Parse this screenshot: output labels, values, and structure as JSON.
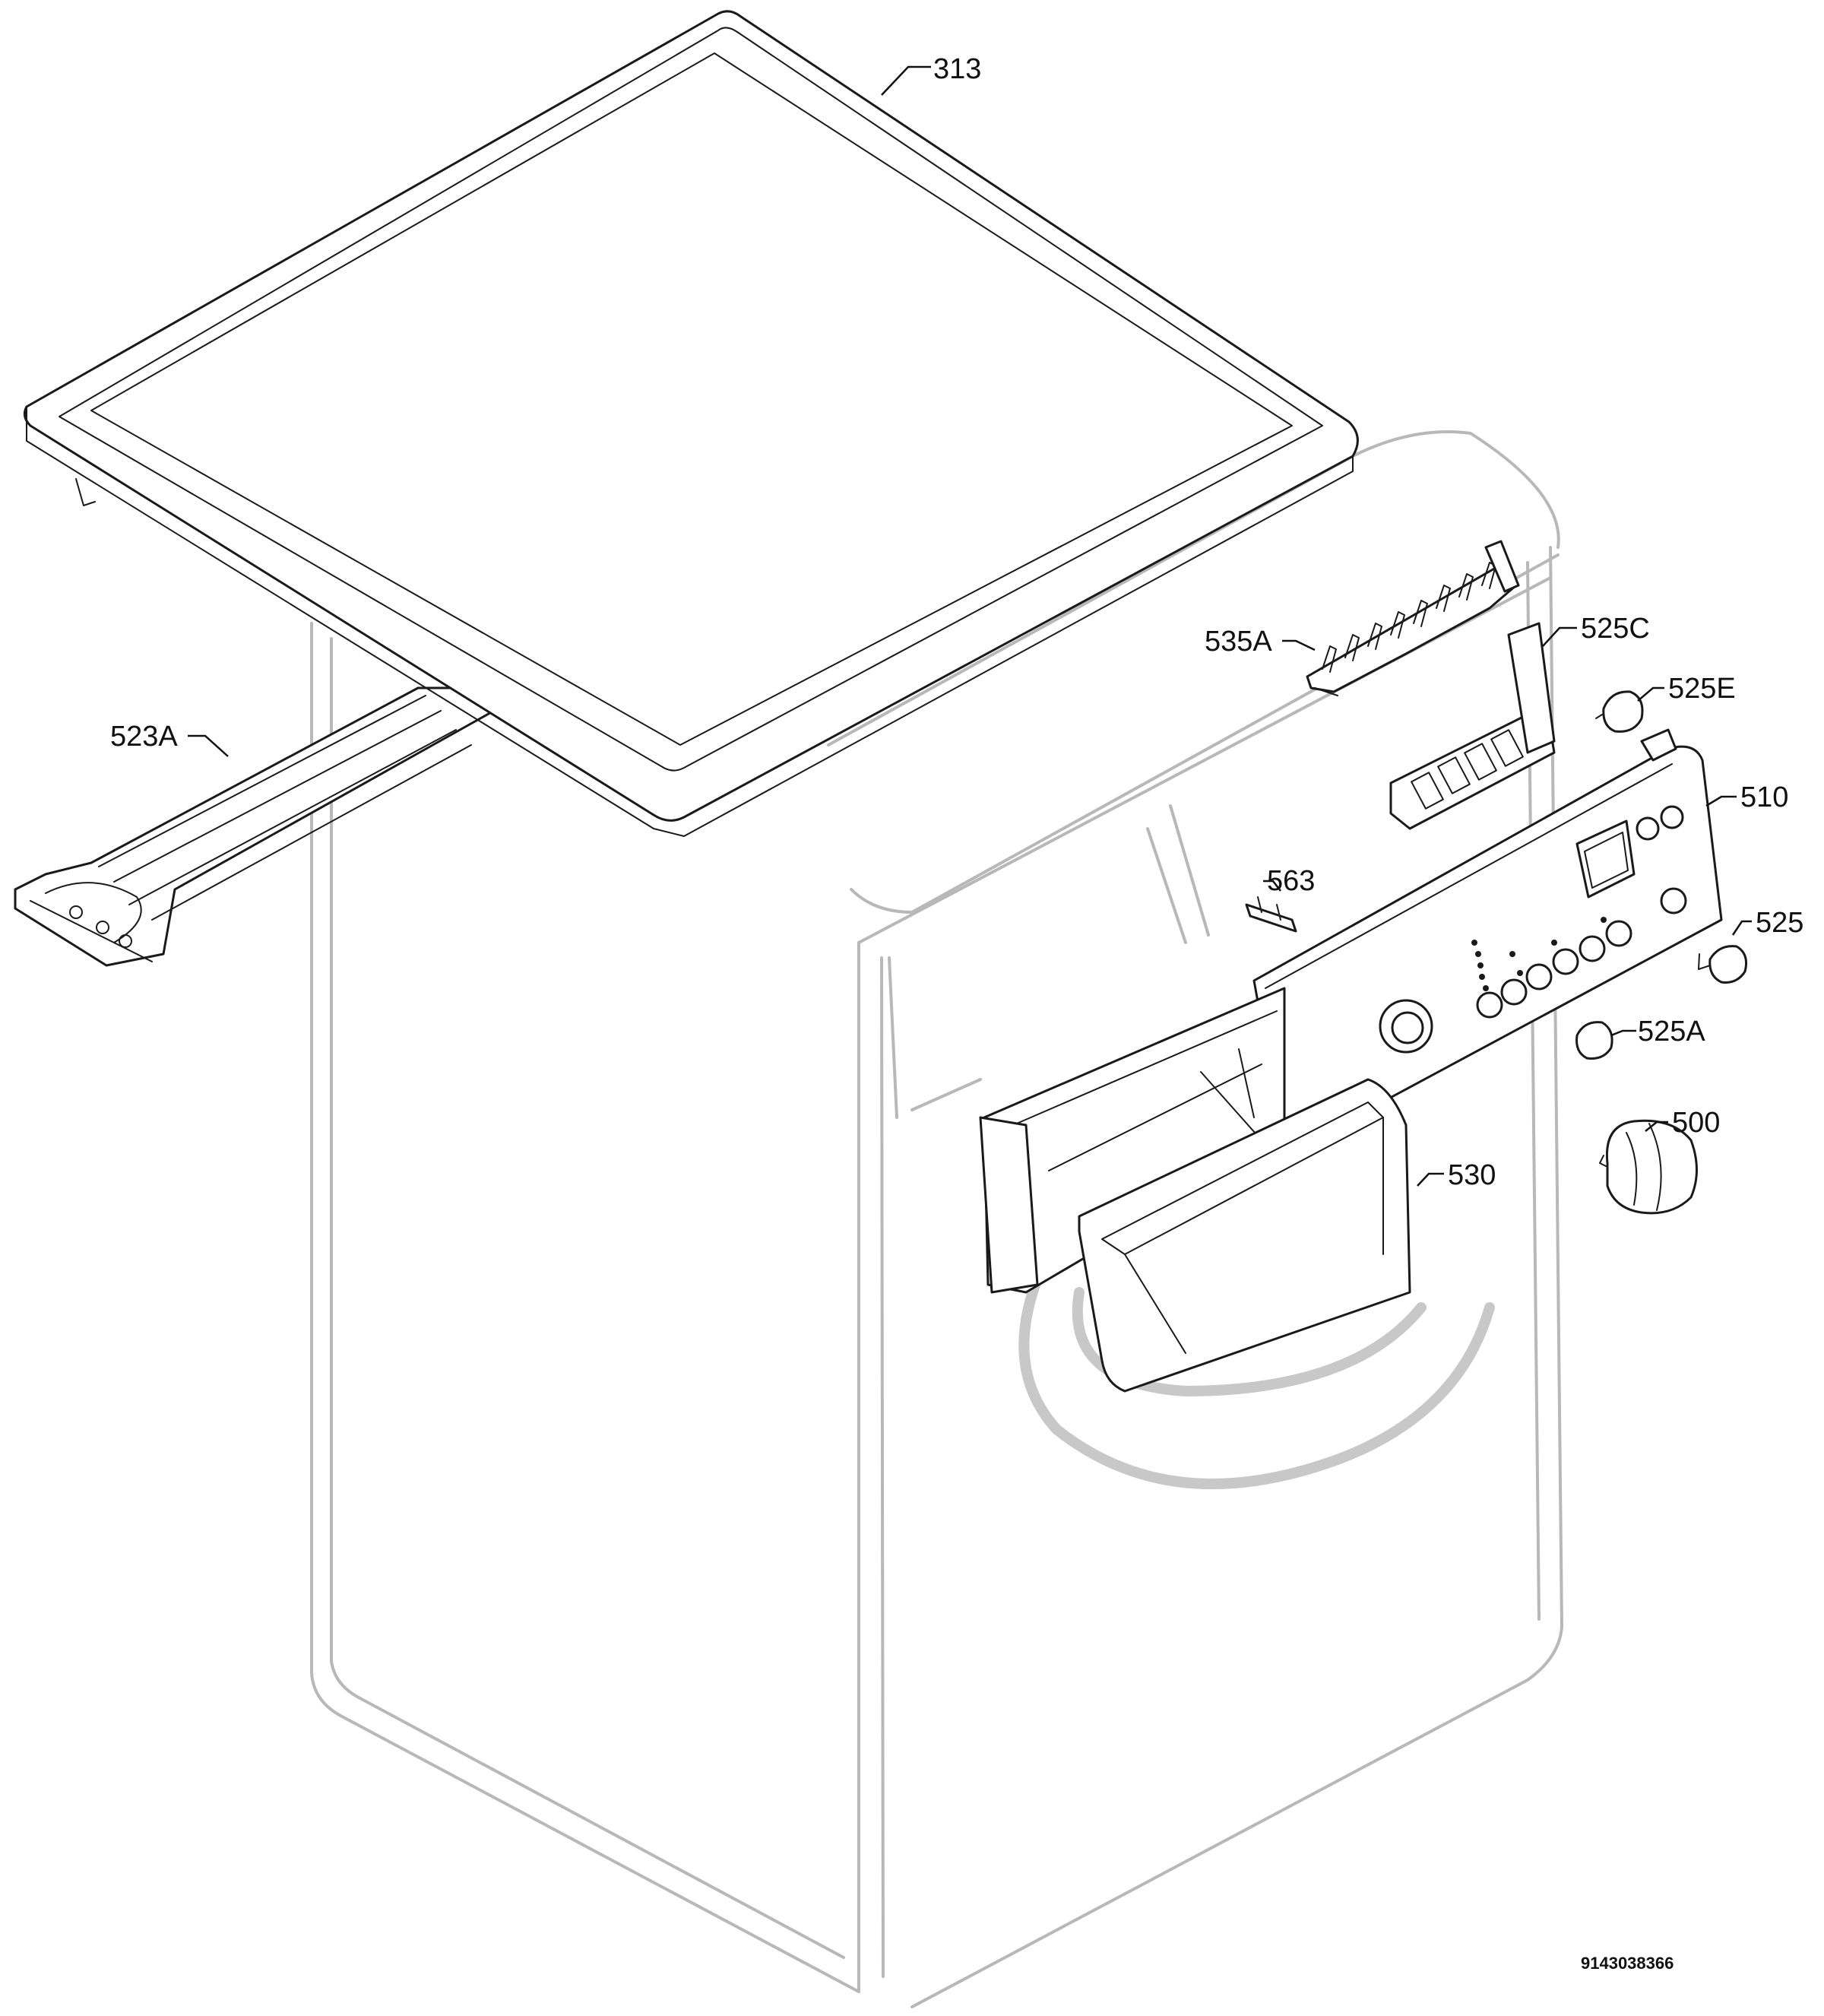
{
  "diagram": {
    "document_id": "9143038366",
    "callouts": [
      {
        "id": "313",
        "text": "313"
      },
      {
        "id": "523A",
        "text": "523A"
      },
      {
        "id": "535A",
        "text": "535A"
      },
      {
        "id": "525C",
        "text": "525C"
      },
      {
        "id": "525E",
        "text": "525E"
      },
      {
        "id": "510",
        "text": "510"
      },
      {
        "id": "563",
        "text": "563"
      },
      {
        "id": "525",
        "text": "525"
      },
      {
        "id": "525A",
        "text": "525A"
      },
      {
        "id": "500",
        "text": "500"
      },
      {
        "id": "530",
        "text": "530"
      }
    ]
  }
}
